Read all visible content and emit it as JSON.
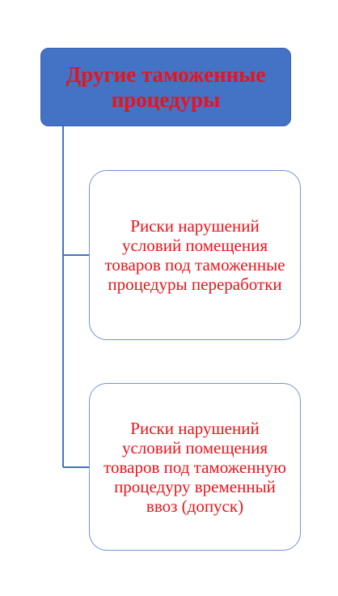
{
  "diagram": {
    "root": {
      "title": "Другие таможенные процедуры"
    },
    "children": [
      {
        "label": "Риски нарушений условий помещения товаров под таможенные процедуры переработки"
      },
      {
        "label": "Риски нарушений условий помещения товаров под таможенную процедуру временный ввоз (допуск)"
      }
    ],
    "colors": {
      "root_fill": "#4472c4",
      "text": "#e8141b",
      "child_border": "#6f95d2",
      "connector": "#4472c4"
    }
  }
}
